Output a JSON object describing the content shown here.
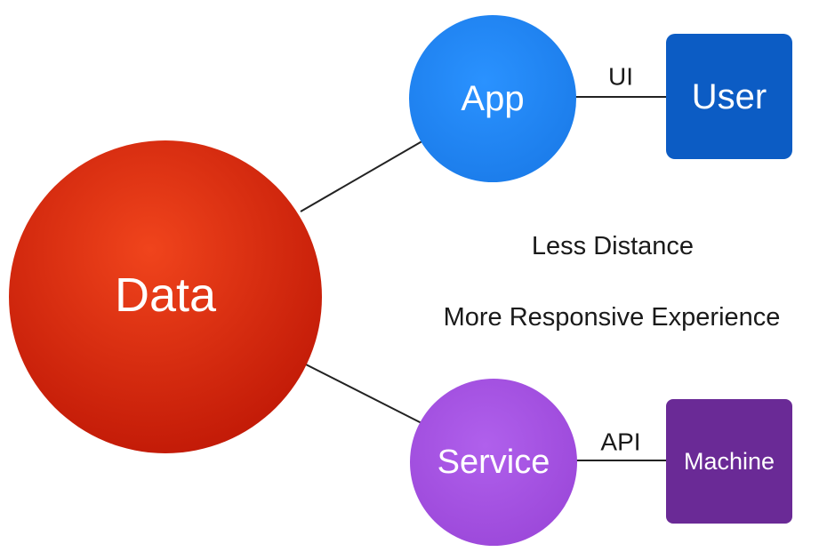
{
  "diagram": {
    "nodes": {
      "data": {
        "label": "Data",
        "color": "#e0260f"
      },
      "app": {
        "label": "App",
        "color": "#1e88f5"
      },
      "user": {
        "label": "User",
        "color": "#0c5cc4"
      },
      "service": {
        "label": "Service",
        "color": "#a552e0"
      },
      "machine": {
        "label": "Machine",
        "color": "#6a2a96"
      }
    },
    "edges": {
      "app_user": {
        "label": "UI"
      },
      "service_machine": {
        "label": "API"
      }
    },
    "captions": {
      "line1": "Less Distance",
      "line2": "More Responsive Experience"
    }
  }
}
